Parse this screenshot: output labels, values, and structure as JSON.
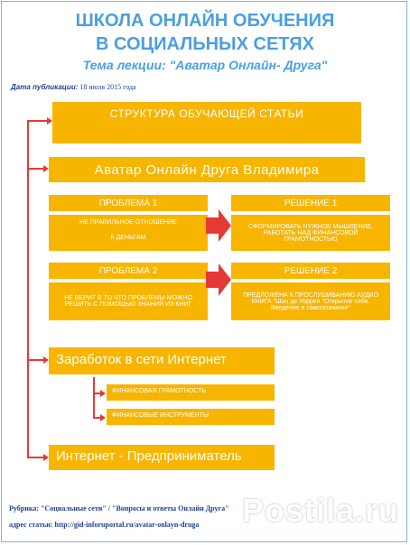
{
  "header": {
    "title_line1": "ШКОЛА ОНЛАЙН ОБУЧЕНИЯ",
    "title_line2": "В СОЦИАЛЬНЫХ СЕТЯХ",
    "subtitle": "Тема лекции: \"Аватар Онлайн- Друга\""
  },
  "publication": {
    "date_label": "Дата публикации:",
    "date_value": "18 июля 2015 года"
  },
  "diagram": {
    "structure_title": "СТРУКТУРА ОБУЧАЮЩЕЙ СТАТЬИ",
    "avatar_title": "Аватар Онлайн Друга Владимира",
    "problem1_title": "ПРОБЛЕМА 1",
    "problem1_line1": "НЕ ПРАВИЛЬНОЕ ОТНОШЕНИЕ",
    "problem1_line2": "К ДЕНЬГАМ",
    "solution1_title": "РЕШЕНИЕ 1",
    "solution1_text": "СФОРМИРОВАТЬ НУЖНОЕ МЫШЛЕНИЕ, РАБОТАТЬ НАД ФИНАНСОВОЙ ГРАМОТНОСТЬЮ",
    "problem2_title": "ПРОБЛЕМА 2",
    "problem2_text": "НЕ ВЕРИТ В ТО ЧТО ПРОБЛЕМЫ МОЖНО РЕШИТЬ С ПОМОЩЬЮ ЗНАНИЙ ИЗ КНИГ",
    "solution2_title": "РЕШЕНИЕ 2",
    "solution2_text": "ПРЕДЛОЖЕНА К ПРОСЛУШИВАНИЮ АУДИО КНИГА \"Шон де Уоррен \"Открытие себя. Введение в самопознание\"",
    "earnings_title": "Заработок в сети Интернет",
    "sub1": "ФИНАНСОВАЯ ГРАМОТНОСТЬ",
    "sub2": "ФИНАНСОВЫЕ ИНСТРУМЕНТЫ",
    "entrepreneur_title": "Интернет - Предприниматель"
  },
  "footer": {
    "rubric": "Рубрика: \"Социальные сети\" / \"Вопросы и ответы Онлайн Друга\"",
    "address": "адрес статьи: http://gid-inforuportal.ru/avatar-onlayn-druga"
  },
  "watermark": "Postila.ru",
  "colors": {
    "accent_blue": "#4a9fe0",
    "box_orange": "#f7b500",
    "connector_red": "#e53935"
  }
}
